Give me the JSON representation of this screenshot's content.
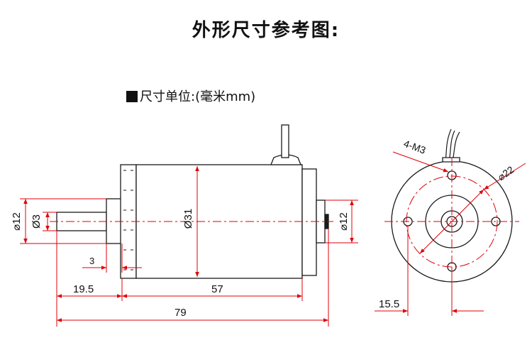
{
  "header": {
    "title": "外形尺寸参考图:",
    "unit_label": "尺寸单位:(毫米mm)"
  },
  "side_view": {
    "dim_shaft_outer": "⌀12",
    "dim_shaft": "Ø3",
    "dim_body": "Ø31",
    "dim_rear_boss": "⌀12",
    "dim_flange_step": "3",
    "dim_front_length": "19.5",
    "dim_body_length": "57",
    "dim_total_length": "79"
  },
  "front_view": {
    "dim_holes": "4-M3",
    "dim_pcd": "⌀22",
    "dim_offset": "15.5"
  },
  "colors": {
    "outline": "#1a1a1a",
    "dimension": "#e0000a"
  }
}
